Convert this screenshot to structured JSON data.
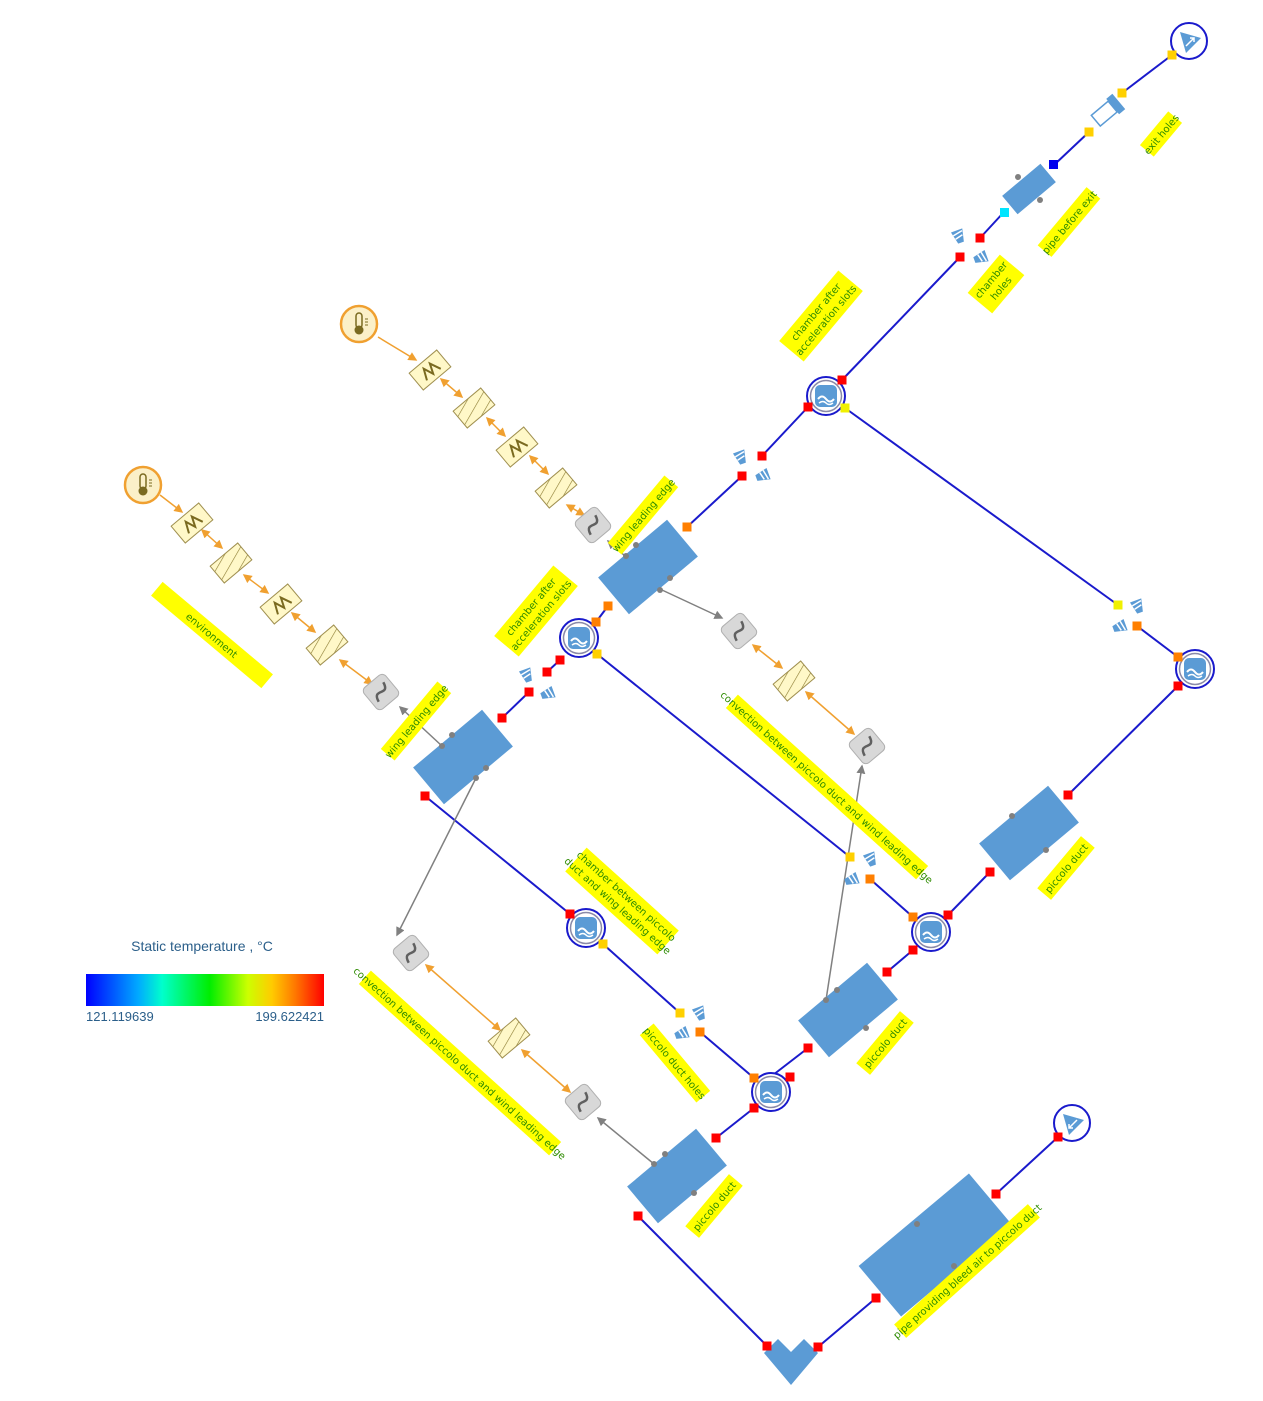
{
  "legend": {
    "title": "Static temperature , °C",
    "min": "121.119639",
    "max": "199.622421",
    "colormap": [
      "#0000ff",
      "#00aaff",
      "#00ffcc",
      "#00ee00",
      "#ccff00",
      "#ffcc00",
      "#ff7700",
      "#ff0000"
    ]
  },
  "colors": {
    "pipe": "#5b9bd5",
    "flow_line": "#1a1acc",
    "thermal_line": "#f0a030",
    "heat_link": "#808080",
    "label_bg": "#ffff00",
    "label_text": "#2e8b00"
  },
  "labels": {
    "exit_holes": "exit holes",
    "pipe_before_exit": "pipe before exit",
    "chamber_holes_1": "chamber",
    "chamber_holes_2": "holes",
    "chamber_after_slots_top_1": "chamber after",
    "chamber_after_slots_top_2": "acceleration slots",
    "chamber_after_slots_left_1": "chamber after",
    "chamber_after_slots_left_2": "acceleration slots",
    "wing_leading_edge_upper": "wing leading edge",
    "wing_leading_edge_lower": "wing leading edge",
    "environment": "environment",
    "convection_right": "convection between piccolo duct and wind leading edge",
    "convection_left": "convection between piccolo duct and wind leading edge",
    "chamber_between_1": "chamber between piccolo",
    "chamber_between_2": "duct and wing leading edge",
    "piccolo_duct_holes": "piccolo duct holes",
    "piccolo_duct_right": "piccolo duct",
    "piccolo_duct_mid": "piccolo duct",
    "piccolo_duct_low": "piccolo duct",
    "bleed_pipe": "pipe providing bleed air to piccolo duct"
  }
}
